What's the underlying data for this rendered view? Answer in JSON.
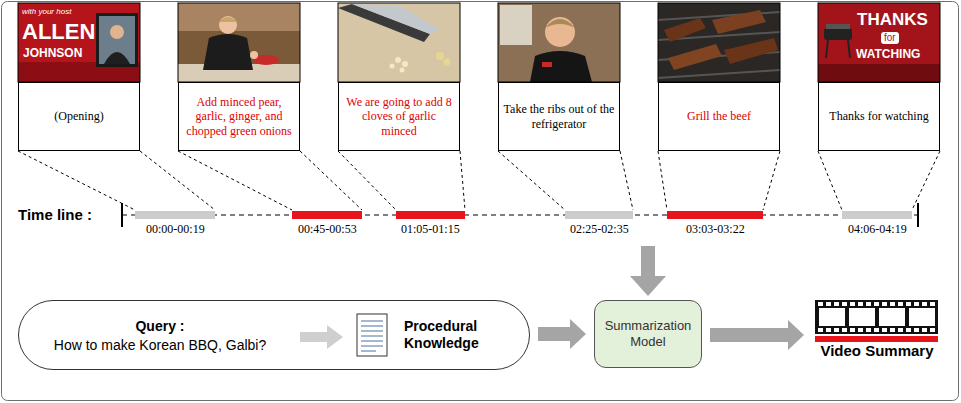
{
  "diagram": {
    "nodes": [
      {
        "text": [
          "(Opening)"
        ]
      },
      {
        "text": [
          "Add minced pear, garlic, ginger, and chopped green onions"
        ]
      },
      {
        "text": [
          "We are going to add 8 cloves of garlic minced"
        ]
      },
      {
        "text": [
          "Take the ribs out of the refrigerator"
        ]
      },
      {
        "text": [
          "Grill the beef"
        ]
      },
      {
        "text": [
          "Thanks for watching"
        ]
      },
      {
        "text": [
          "Query :",
          "How to make Korean BBQ, Galbi?"
        ]
      },
      {
        "text": [
          "Procedural Knowledge"
        ],
        "in": 6
      },
      {
        "text": [
          "Summarization Model"
        ]
      },
      {
        "text": [
          "Video Summary"
        ]
      }
    ],
    "edges": [
      {
        "from": 7,
        "to": 8,
        "arrow": "to"
      },
      {
        "from": 8,
        "to": 9,
        "arrow": "to"
      }
    ],
    "labels": [
      "with your host",
      "ALLEN",
      "JOHNSON",
      "THANKS",
      "for",
      "WATCHING",
      "Time line :",
      "00:00-00:19",
      "00:45-00:53",
      "01:05-01:15",
      "02:25-02:35",
      "03:03-03:22",
      "04:06-04:19"
    ]
  }
}
